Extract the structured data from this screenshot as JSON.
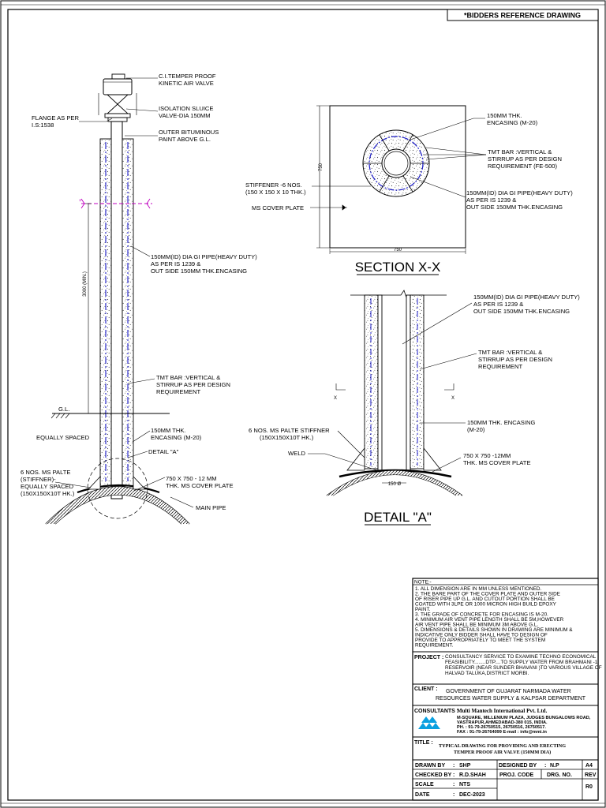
{
  "header": {
    "reference_label": "*BIDDERS REFERENCE DRAWING"
  },
  "elevation": {
    "callouts": {
      "air_valve": [
        "C.I.TEMPER PROOF",
        "KINETIC AIR VALVE"
      ],
      "flange": [
        "FLANGE AS PER",
        "I.S:1538"
      ],
      "sluice_valve": [
        "ISOLATION SLUICE",
        "VALVE-DIA 150MM"
      ],
      "bitumen": [
        "OUTER BITUMINOUS",
        "PAINT ABOVE G.L."
      ],
      "pipe": [
        "150MM(ID) DIA GI PIPE(HEAVY DUTY)",
        "AS PER IS 1239 &",
        "OUT SIDE 150MM THK.ENCASING"
      ],
      "tmt": [
        "TMT BAR :VERTICAL &",
        "STIRRUP AS PER DESIGN",
        "REQUIREMENT"
      ],
      "encasing": [
        "150MM THK.",
        "ENCASING (M-20)"
      ],
      "detail_ref": "DETAIL \"A\"",
      "equally_spaced": "EQUALLY SPACED",
      "stiffener": [
        "6 NOS. MS PALTE",
        "(STIFFNER)-",
        "EQUALLY SPACED",
        "(150X150X10T HK.)"
      ],
      "cover_plate": [
        "750 X 750 - 12 MM",
        "THK. MS COVER PLATE"
      ],
      "main_pipe": "MAIN PIPE",
      "ground_level": "G.L.",
      "height_dim": "3000 (MIN.)"
    }
  },
  "section": {
    "title": "SECTION X-X",
    "dim_horizontal": "750",
    "dim_vertical": "750",
    "callouts": {
      "encasing": [
        "150MM THK.",
        "ENCASING (M-20)"
      ],
      "tmt": [
        "TMT BAR :VERTICAL &",
        "STIRRUP AS PER DESIGN",
        "REQUIREMENT  (FE-500)"
      ],
      "stiffener": [
        "STIFFENER -6 NOS.",
        "(150 X 150 X 10 THK.)"
      ],
      "pipe": [
        "150MM(ID) DIA GI PIPE(HEAVY DUTY)",
        "AS PER IS 1239 &",
        "OUT SIDE 150MM THK.ENCASING"
      ],
      "cover_plate": "MS COVER PLATE"
    }
  },
  "detail": {
    "title": "DETAIL \"A\"",
    "section_mark": "X",
    "dim_bottom": "150 Ø",
    "callouts": {
      "pipe": [
        "150MM(ID) DIA GI PIPE(HEAVY DUTY)",
        "AS PER IS 1239 &",
        "OUT SIDE 150MM THK.ENCASING"
      ],
      "tmt": [
        "TMT BAR :VERTICAL &",
        "STIRRUP AS PER DESIGN",
        "REQUIREMENT"
      ],
      "encasing": [
        "150MM THK. ENCASING",
        "(M-20)"
      ],
      "stiffener": [
        "6 NOS. MS PALTE STIFFNER",
        "(150X150X10T HK.)"
      ],
      "weld": "WELD",
      "cover_plate": [
        "750 X 750 -12MM",
        "THK. MS COVER PLATE"
      ]
    }
  },
  "titleblock": {
    "note_title": "NOTE:-",
    "notes": [
      "1.    ALL DIMENSION ARE IN MM UNLESS MENTIONED.",
      "2.    THE BARE PART OF THE COVER PLATE AND OUTER SIDE",
      "       OF RISER PIPE UP G.L. AND CUTOUT PORTION  SHALL BE",
      "       COATED WITH 3LPE OR 1000 MICRON HIGH BUILD EPOXY",
      "       PAINT.",
      "3.    THE GRADE OF CONCRETE FOR ENCASING IS M-20.",
      "4.    MINIMUM AIR VENT PIPE LENGTH SHALL BE 5M,HOWEVER",
      "       AIR VENT PIPE SHALL BE MINIMUM 3M ABOVE G.L.",
      "5.    DIMENSIONS & DETAILS SHOWN IN DRAWING ARE MINIMUM &",
      "       INDICATIVE ONLY BIDDER SHALL HAVE TO DESIGN OF",
      "       PROVIDE TO APPROPRIATELY TO MEET THE SYSTEM",
      "       REQUIREMENT."
    ],
    "project_label": "PROJECT :",
    "project_lines": [
      "CONSULTANCY SERVICE TO EXAMINE TECHNO ECONOMICAL",
      "FEASIBILITY........DTP....TO SUPPLY WATER FROM BRAHMANI -1",
      "RESERVOIR (NEAR SUNDER BHAVANI )TO VARIOUS VILLAGE OF",
      "HALVAD TALUKA,DISTRICT MORBI."
    ],
    "client_label": "CLIENT :",
    "client_lines": [
      "GOVERNMENT OF GUJARAT  NARMADA WATER",
      "RESOURCES WATER SUPPLY &  KALPSAR DEPARTMENT"
    ],
    "consultants_label": "CONSULTANTS :",
    "consultant_name": "Multi Mantech International Pvt. Ltd.",
    "consultant_lines": [
      "M-SQUARE, MILLENIUM PLAZA, JUDGES BUNGALOWS ROAD,",
      "VASTRAPUR,AHMEDABAD-380 015, INDIA.",
      "PH. :  91-79-26750515, 26750516, 26750517.",
      "FAX :  91-79-26764099 E-mail :  info@mmi.in"
    ],
    "title_label": "TITLE :",
    "title_lines": [
      "TYPICAL DRAWING FOR PROVIDING AND ERECTING",
      "TEMPER PROOF AIR VALVE (150MM DIA)"
    ],
    "rows": {
      "drawn_by_label": "DRAWN BY",
      "drawn_by": "SHP",
      "designed_by_label": "DESIGNED BY",
      "designed_by": "N.P",
      "sheet_size": "A4",
      "checked_by_label": "CHECKED BY",
      "checked_by": "R.D.SHAH",
      "proj_code_label": "PROJ. CODE",
      "drg_no_label": "DRG. NO.",
      "rev_label": "REV",
      "scale_label": "SCALE",
      "scale": "NTS",
      "date_label": "DATE",
      "date": "DEC-2023",
      "rev": "R0"
    }
  },
  "colors": {
    "line": "#000000",
    "rebar": "#1a1ac8",
    "stiffener_mark": "#c000c0",
    "concrete_dot": "#555555"
  }
}
